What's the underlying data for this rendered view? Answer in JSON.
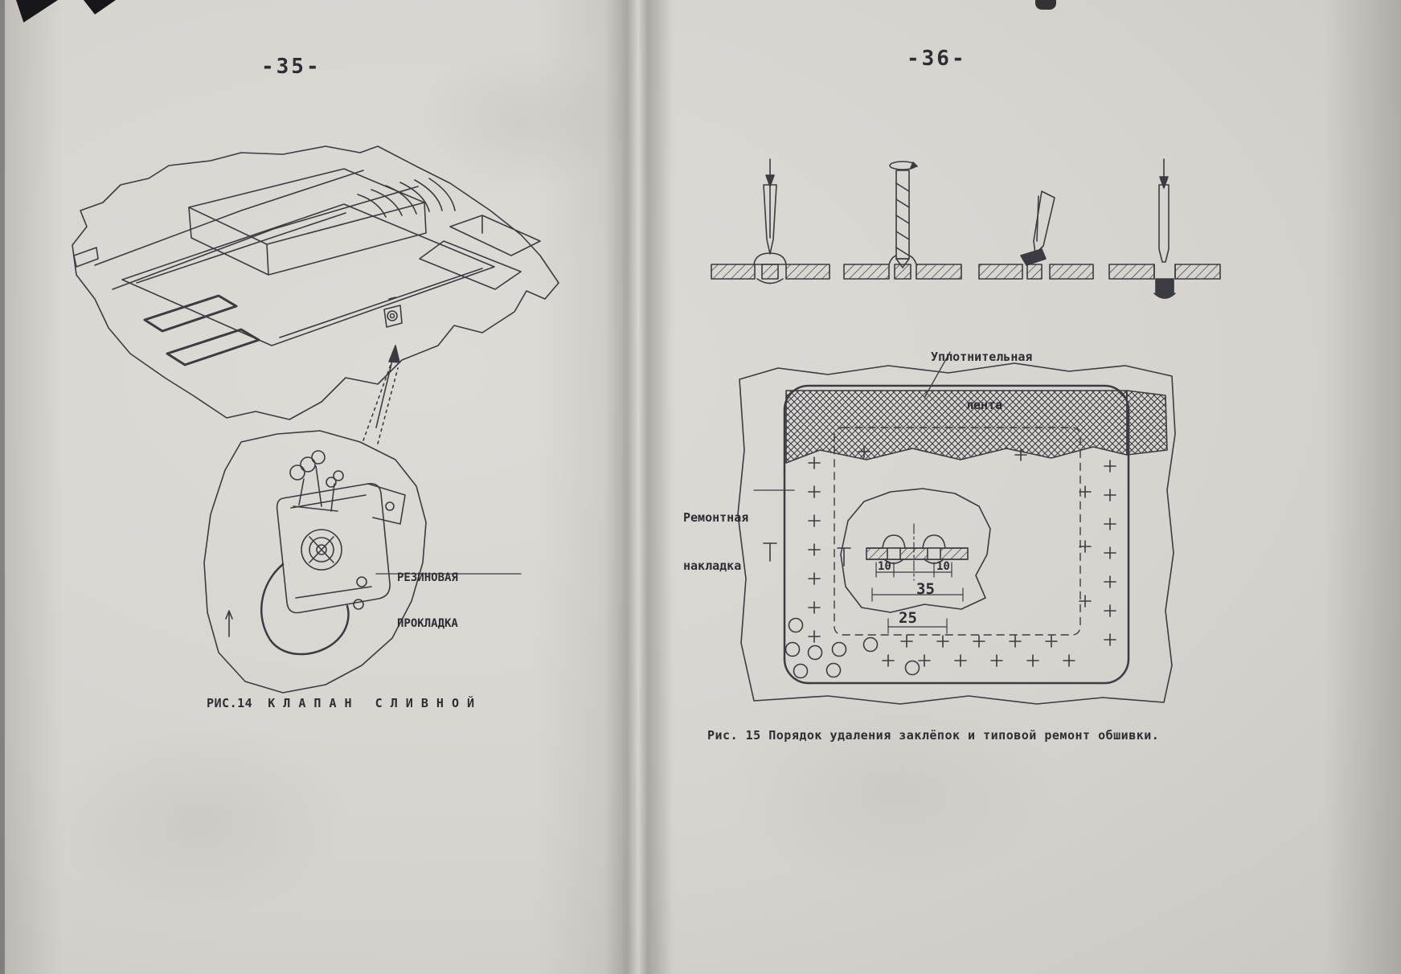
{
  "left_page": {
    "page_number": "-35-",
    "figure": {
      "detail_label": {
        "line1": "РЕЗИНОВАЯ",
        "line2": "ПРОКЛАДКА"
      },
      "caption": "РИС.14  К Л А П А Н   С Л И В Н О Й"
    }
  },
  "right_page": {
    "page_number": "-36-",
    "figure": {
      "sealing_tape_label": {
        "line1": "Уплотнительная",
        "line2": "лента"
      },
      "patch_label": {
        "line1": "Ремонтная",
        "line2": "накладка"
      },
      "dimensions": {
        "rivet_left": "10",
        "rivet_right": "10",
        "hole_width": "35",
        "rivet_pitch": "25"
      },
      "caption": "Рис. 15 Порядок удаления заклёпок и типовой ремонт обшивки."
    }
  },
  "ink_color": "#3b3b41",
  "paper_color": "#d7d4d0"
}
